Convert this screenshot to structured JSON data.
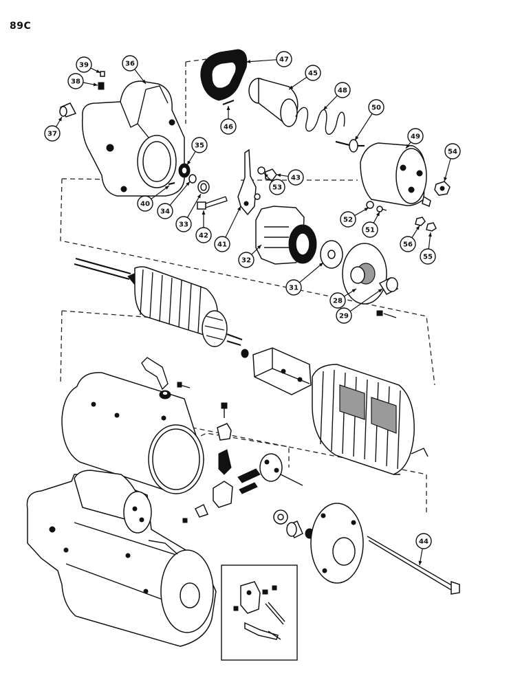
{
  "page_code": "89C",
  "callouts": [
    "28",
    "29",
    "31",
    "32",
    "33",
    "34",
    "35",
    "36",
    "37",
    "38",
    "39",
    "40",
    "41",
    "42",
    "43",
    "44",
    "45",
    "46",
    "47",
    "48",
    "49",
    "50",
    "51",
    "52",
    "53",
    "54",
    "55",
    "56"
  ]
}
